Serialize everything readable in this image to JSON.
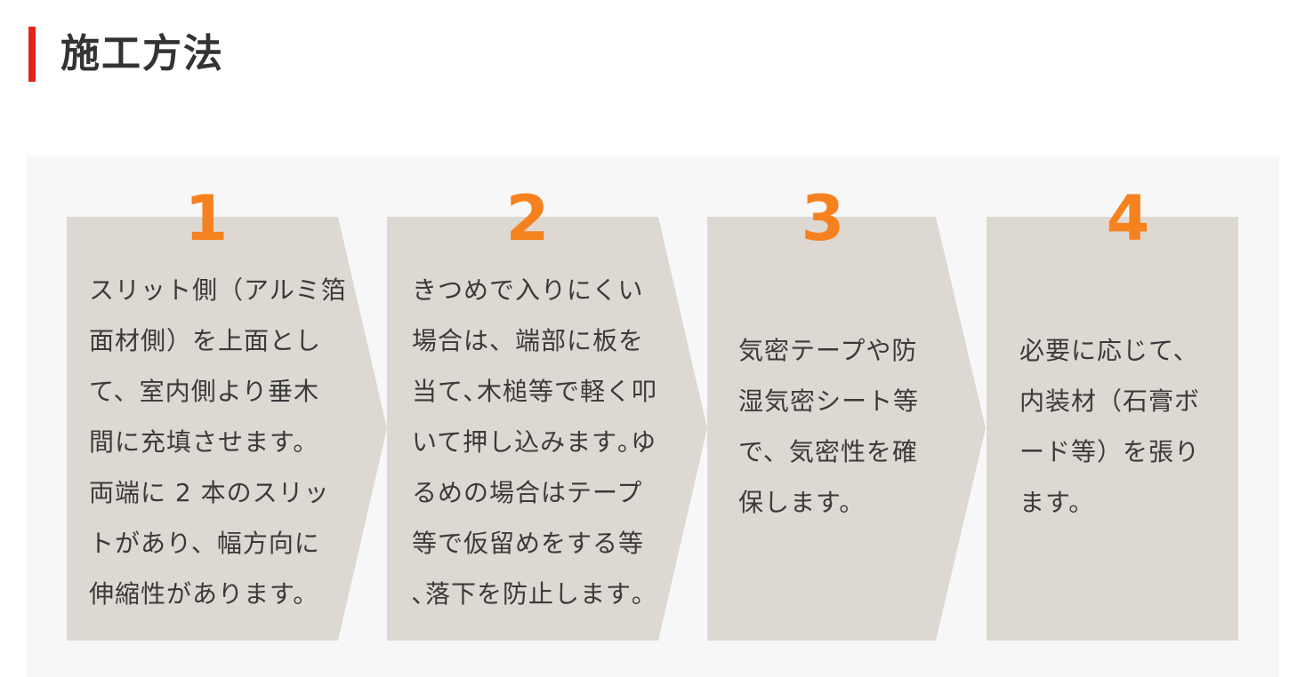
{
  "heading": {
    "title": "施工方法",
    "accent_color": "#e5231d"
  },
  "colors": {
    "panel_bg": "#f7f7f7",
    "step_bg": "#ddd8d2",
    "number": "#f5821f",
    "text": "#3a3a3a"
  },
  "steps": [
    {
      "number": "1",
      "lines": [
        "スリット側（アルミ箔",
        "面材側）を上面とし",
        "て、室内側より垂木",
        "間に充填させます。",
        "両端に 2 本のスリッ",
        "トがあり、幅方向に",
        "伸縮性があります。"
      ]
    },
    {
      "number": "2",
      "lines": [
        "きつめで入りにくい",
        "場合は、端部に板を",
        "当て､木槌等で軽く叩",
        "いて押し込みます｡ゆ",
        "るめの場合はテープ",
        "等で仮留めをする等",
        "､落下を防止します｡"
      ]
    },
    {
      "number": "3",
      "lines": [
        "気密テープや防",
        "湿気密シート等",
        "で、気密性を確",
        "保します。"
      ]
    },
    {
      "number": "4",
      "lines": [
        "必要に応じて、",
        "内装材（石膏ボ",
        "ード等）を張り",
        "ます。"
      ]
    }
  ]
}
